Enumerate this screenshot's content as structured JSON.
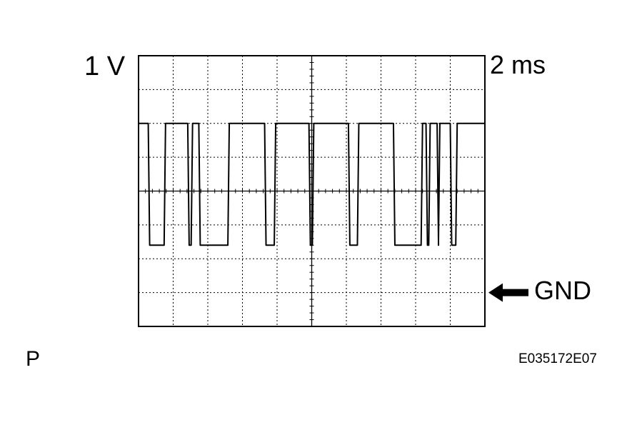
{
  "scope": {
    "volts_per_div": "1 V",
    "time_per_div": "2 ms",
    "ground_marker_label": "GND",
    "ground_level_div": 1,
    "divisions": {
      "horizontal": 10,
      "vertical": 8
    },
    "signal": {
      "high_level_div": 6,
      "low_level_div": 2.4,
      "sweep_span_div": [
        0,
        10
      ],
      "low_intervals_div": [
        [
          0.28,
          0.78
        ],
        [
          1.42,
          1.56
        ],
        [
          1.74,
          2.62
        ],
        [
          3.64,
          3.96
        ],
        [
          4.92,
          5.06
        ],
        [
          6.06,
          6.36
        ],
        [
          7.36,
          8.2
        ],
        [
          8.3,
          8.42
        ],
        [
          8.62,
          8.7
        ],
        [
          9.0,
          9.2
        ]
      ],
      "color": "#000000"
    },
    "colors": {
      "trace": "#000000",
      "grid": "#000000",
      "background": "#ffffff"
    }
  },
  "footer": {
    "mode_label": "P",
    "figure_id": "E035172E07"
  }
}
